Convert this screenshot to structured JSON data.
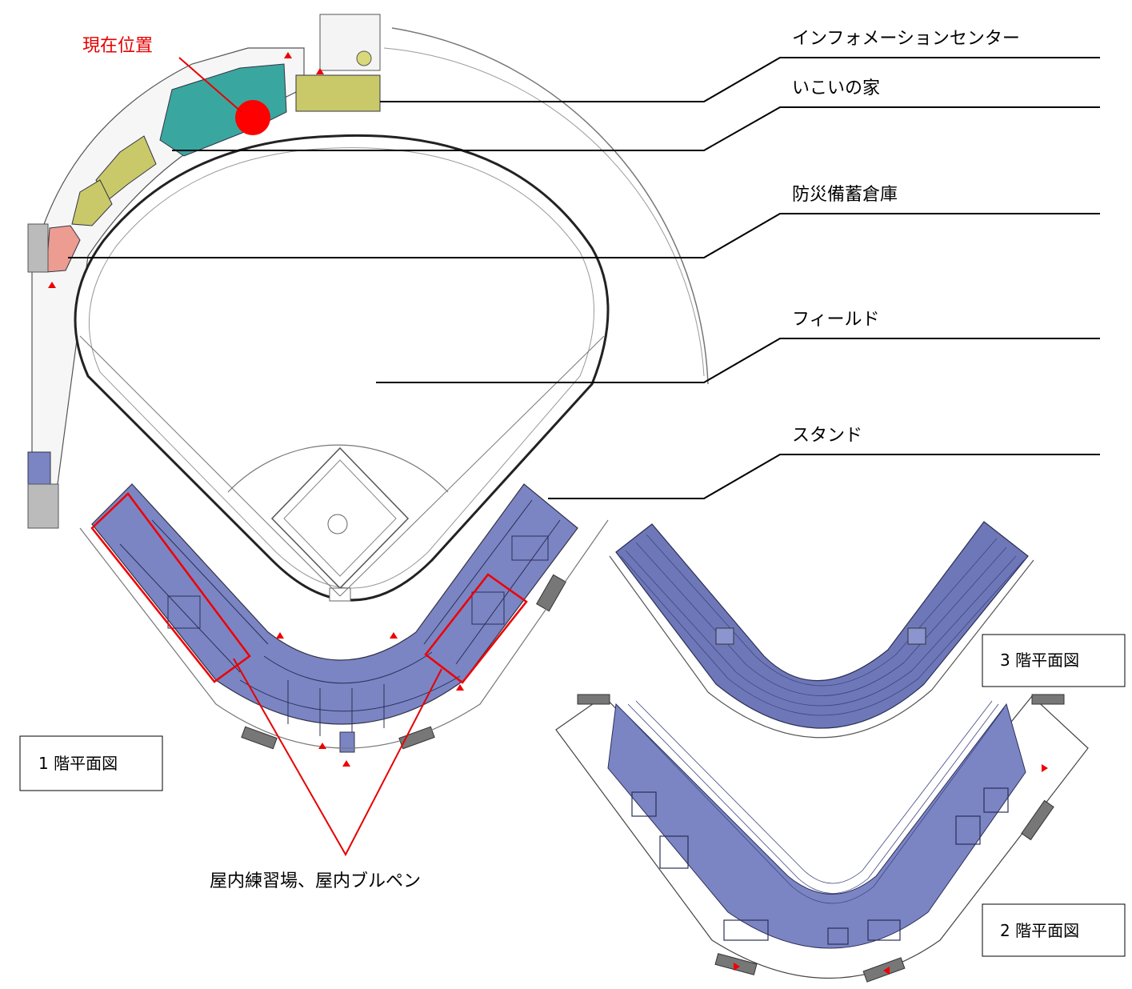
{
  "current_location": "現在位置",
  "labels": {
    "info_center": "インフォメーションセンター",
    "ikoi": "いこいの家",
    "storage": "防災備蓄倉庫",
    "field": "フィールド",
    "stand": "スタンド",
    "indoor": "屋内練習場、屋内ブルペン"
  },
  "floors": {
    "f1": "1 階平面図",
    "f2": "2 階平面図",
    "f3": "3 階平面図"
  },
  "colors": {
    "stand": "#7b85c4",
    "teal": "#3aa6a0",
    "olive": "#c9c96a",
    "salmon": "#ec9c90",
    "marker": "#e60000"
  }
}
